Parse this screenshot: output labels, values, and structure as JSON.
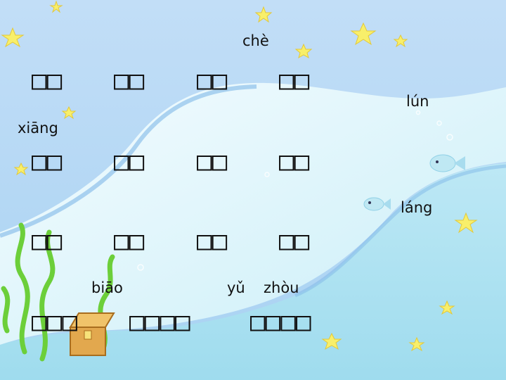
{
  "pinyin": {
    "che": "chè",
    "lun": "lún",
    "xiang": "xiāng",
    "lang": "láng",
    "biao": "biāo",
    "yu": "yǔ",
    "zhou": "zhòu"
  },
  "rows": [
    [
      "□□",
      "□□",
      "□□",
      "□□"
    ],
    [
      "□□",
      "□□",
      "□□",
      "□□"
    ],
    [
      "□□",
      "□□",
      "□□",
      "□□"
    ],
    [
      "□□□",
      "□□□□",
      "□□□□"
    ]
  ]
}
